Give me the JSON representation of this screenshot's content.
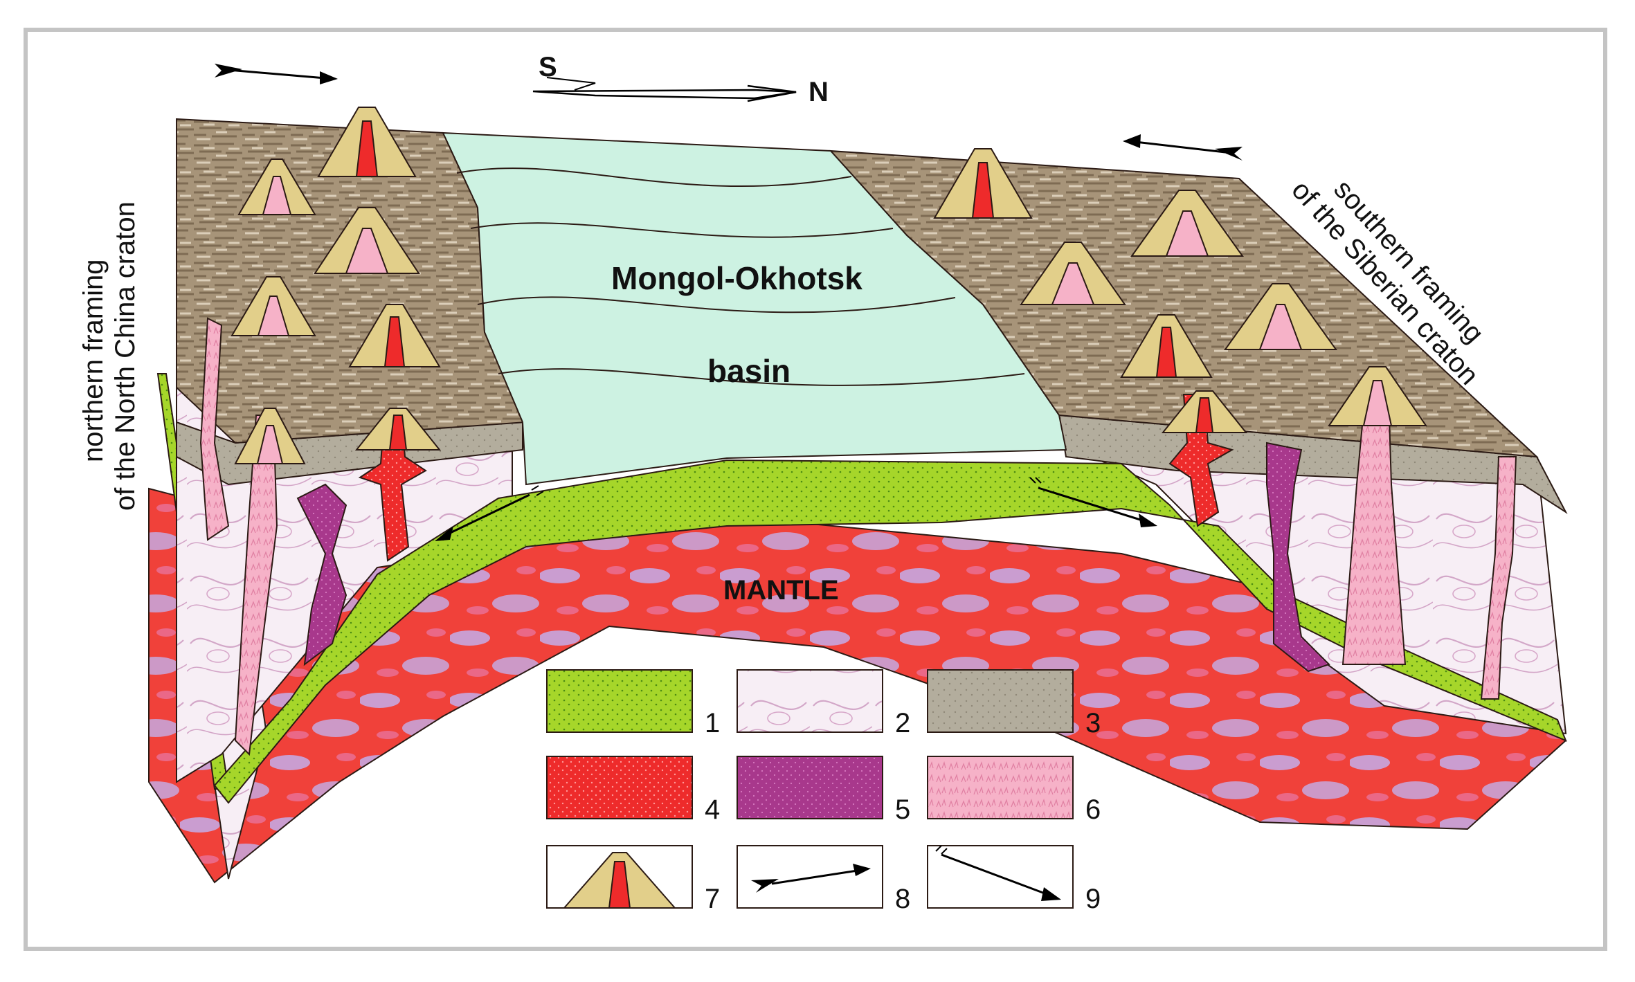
{
  "compass": {
    "south": "S",
    "north": "N"
  },
  "labels": {
    "basin_line1": "Mongol-Okhotsk",
    "basin_line2": "basin",
    "mantle": "MANTLE",
    "left_margin_line1": "northern framing",
    "left_margin_line2": "of the North China craton",
    "right_margin_line1": "southern framing",
    "right_margin_line2": "of the Siberian craton"
  },
  "legend": [
    {
      "number": "1",
      "pattern": "green-dotted"
    },
    {
      "number": "2",
      "pattern": "pink-white-swirl"
    },
    {
      "number": "3",
      "pattern": "grey-dotted"
    },
    {
      "number": "4",
      "pattern": "red-dotted"
    },
    {
      "number": "5",
      "pattern": "purple-dotted"
    },
    {
      "number": "6",
      "pattern": "pink-hatched"
    },
    {
      "number": "7",
      "pattern": "volcano-symbol"
    },
    {
      "number": "8",
      "pattern": "fletched-arrow"
    },
    {
      "number": "9",
      "pattern": "thin-arrow"
    }
  ],
  "colors": {
    "oceanic_crust": "#a6d62a",
    "basin_water": "#cdf2e2",
    "continental_top": "#9a866a",
    "grey_layer": "#b3ad9d",
    "granite_red": "#ee2b2b",
    "purple_intrusion": "#a8388c",
    "pink_intrusion": "#f6b2c8",
    "volcano_rim": "#e2cf8a",
    "mantle_red": "#f0413a",
    "mantle_lilac": "#c6a8e0"
  }
}
